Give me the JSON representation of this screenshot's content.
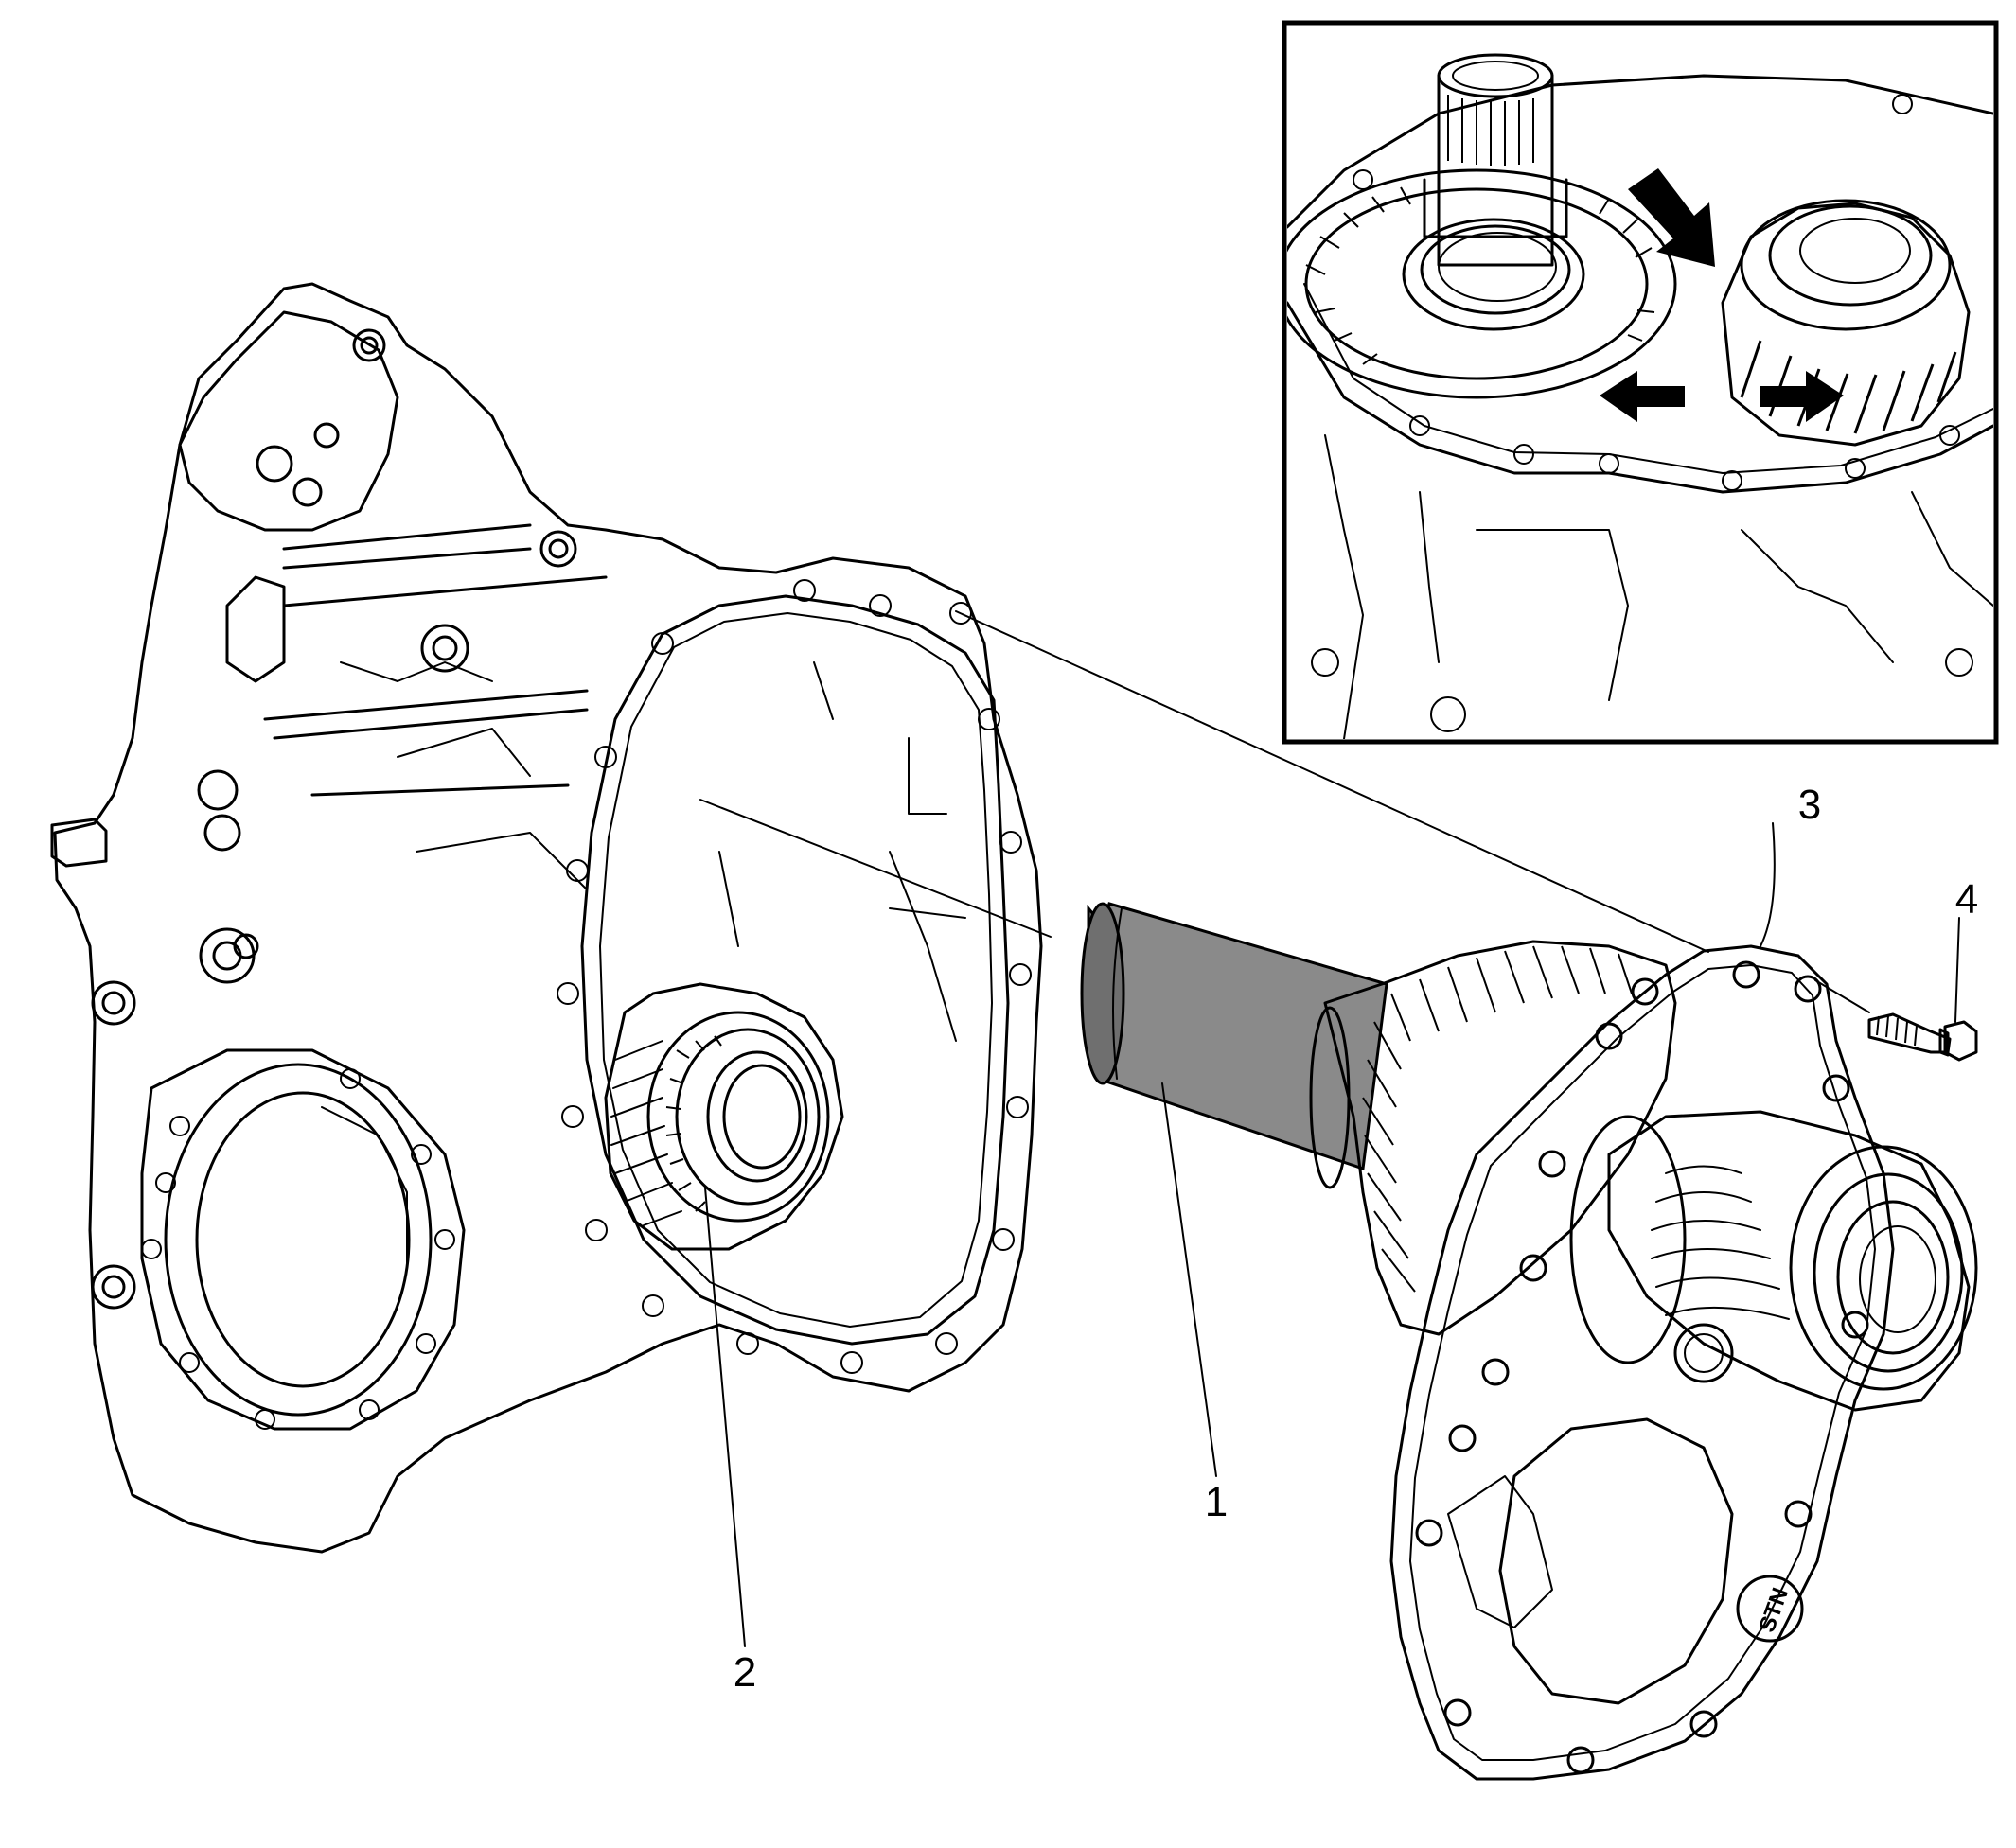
{
  "figure": {
    "callouts": [
      {
        "id": "1",
        "label": "1"
      },
      {
        "id": "2",
        "label": "2"
      },
      {
        "id": "3",
        "label": "3"
      },
      {
        "id": "4",
        "label": "4"
      }
    ],
    "stamp_text": "STN",
    "ink_color": "#000000",
    "shaft_fill": "#8a8a8a",
    "background": "#ffffff"
  }
}
